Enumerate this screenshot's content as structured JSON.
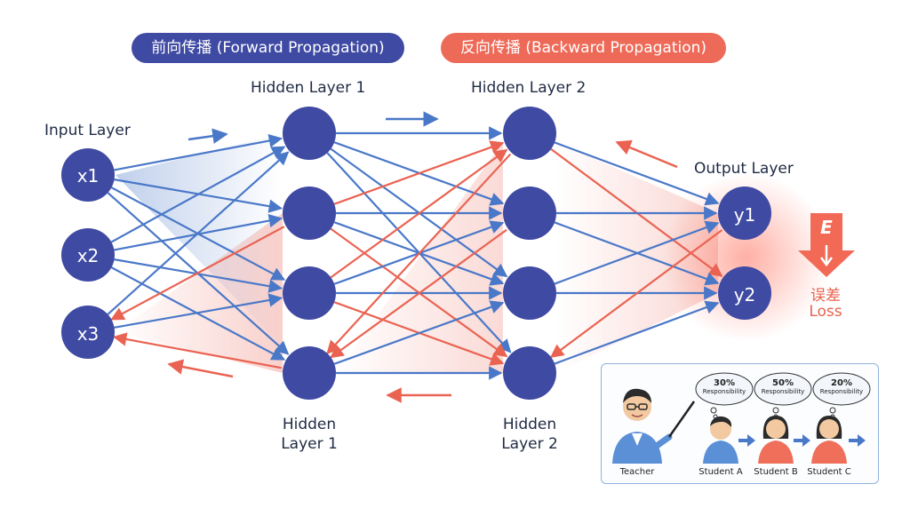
{
  "header": {
    "forward_label": "前向传播 (Forward Propagation)",
    "backward_label": "反向传播 (Backward Propagation)"
  },
  "layers": {
    "input_label": "Input Layer",
    "hidden1_top_label": "Hidden Layer 1",
    "hidden2_top_label": "Hidden Layer 2",
    "output_label": "Output Layer",
    "hidden1_bottom_label": "Hidden\nLayer 1",
    "hidden2_bottom_label": "Hidden\nLayer 2"
  },
  "nodes": {
    "inputs": [
      "x1",
      "x2",
      "x3"
    ],
    "outputs": [
      "y1",
      "y2"
    ]
  },
  "loss": {
    "symbol": "E",
    "label_cn": "误差",
    "label_en": "Loss"
  },
  "analogy": {
    "teacher": "Teacher",
    "students": [
      {
        "name": "Student A",
        "percent": "30%",
        "caption": "Responsibility"
      },
      {
        "name": "Student B",
        "percent": "50%",
        "caption": "Responsibility"
      },
      {
        "name": "Student C",
        "percent": "20%",
        "caption": "Responsibility"
      }
    ]
  },
  "colors": {
    "forward": "#4a78c8",
    "backward": "#ea6352",
    "node": "#3f4aa3",
    "text": "#1f2a44"
  }
}
